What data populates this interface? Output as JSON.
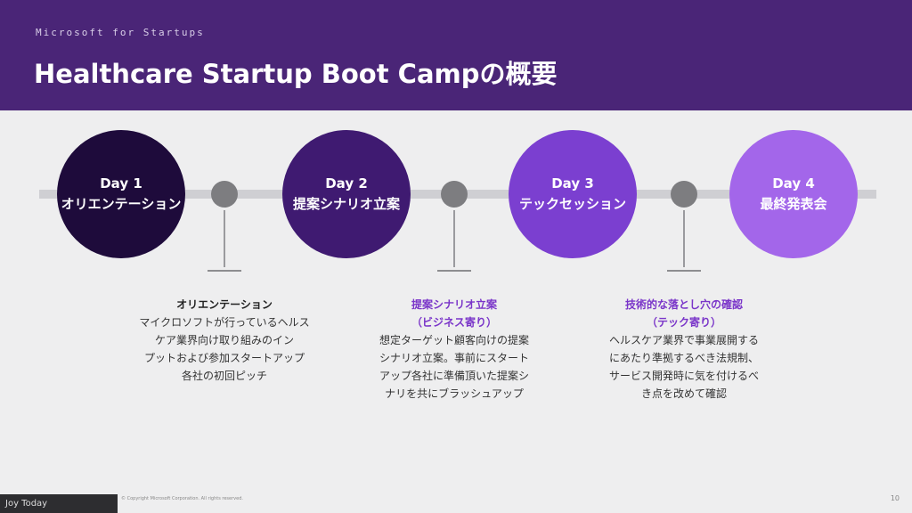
{
  "header": {
    "brand": "Microsoft for Startups",
    "title": "Healthcare Startup Boot Campの概要"
  },
  "days": [
    {
      "label": "Day 1",
      "sub": "オリエンテーション",
      "color": "#1e0b3b"
    },
    {
      "label": "Day 2",
      "sub": "提案シナリオ立案",
      "color": "#3f1a71"
    },
    {
      "label": "Day 3",
      "sub": "テックセッション",
      "color": "#7b3fd0"
    },
    {
      "label": "Day 4",
      "sub": "最終発表会",
      "color": "#a366ea"
    }
  ],
  "descriptions": [
    {
      "head": [
        "オリエンテーション"
      ],
      "lines": [
        "マイクロソフトが行っているヘルス",
        "ケア業界向け取り組みのイン",
        "プットおよび参加スタートアップ",
        "各社の初回ピッチ"
      ]
    },
    {
      "head": [
        "提案シナリオ立案",
        "（ビジネス寄り）"
      ],
      "lines": [
        "想定ターゲット顧客向けの提案",
        "シナリオ立案。事前にスタート",
        "アップ各社に準備頂いた提案シ",
        "ナリを共にブラッシュアップ"
      ]
    },
    {
      "head": [
        "技術的な落とし穴の確認",
        "（テック寄り）"
      ],
      "lines": [
        "ヘルスケア業界で事業展開する",
        "にあたり準拠するべき法規制、",
        "サービス開発時に気を付けるべ",
        "き点を改めて確認"
      ]
    }
  ],
  "footer": {
    "left_text": "Joy Today",
    "copyright": "© Copyright Microsoft Corporation. All rights reserved.",
    "page_number": "10"
  }
}
